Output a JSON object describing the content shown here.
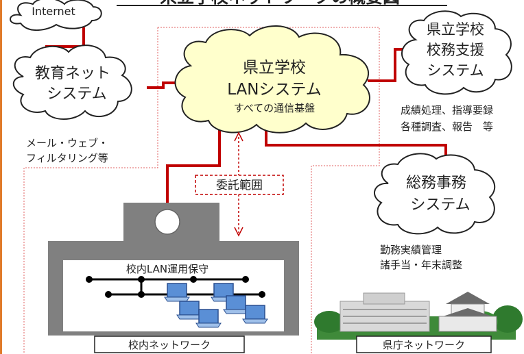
{
  "title": "県立学校ネットワークの概要図",
  "colors": {
    "link": "#c00000",
    "main_cloud": "#ffffcc",
    "dotted": "#e06060",
    "accent_bar": "#e07b2a",
    "building": "#808080",
    "monitor": "#5a8fd6"
  },
  "internet": {
    "label": "Internet"
  },
  "education_net": {
    "line1": "教育ネット",
    "line2": "システム",
    "note1": "メール・ウェブ・",
    "note2": "フィルタリング等"
  },
  "lan_system": {
    "line1": "県立学校",
    "line2": "LANシステム",
    "line3": "すべての通信基盤"
  },
  "school_support": {
    "line1": "県立学校",
    "line2": "校務支援",
    "line3": "システム",
    "note1": "成績処理、指導要録",
    "note2": "各種調査、報告　等"
  },
  "general_affairs": {
    "line1": "総務事務",
    "line2": "システム",
    "note1": "勤務実績管理",
    "note2": "諸手当・年末調整"
  },
  "consignment": {
    "label": "委託範囲"
  },
  "school_building": {
    "inner_label": "校内LAN運用保守",
    "caption": "校内ネットワーク"
  },
  "prefecture": {
    "caption": "県庁ネットワーク"
  }
}
